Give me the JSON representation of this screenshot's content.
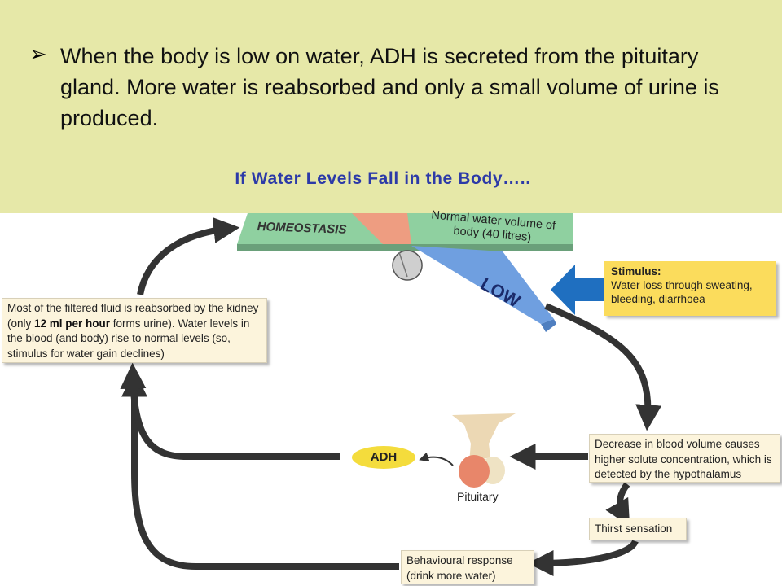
{
  "header": {
    "bullet": "➢",
    "text": "When the body is low on water, ADH is secreted from the pituitary gland. More water is reabsorbed and only a small volume of urine is produced.",
    "subtitle": "If Water Levels Fall in the Body….."
  },
  "diagram": {
    "homeostasis_label": "HOMEOSTASIS",
    "normal_label": "Normal water volume of body (40 litres)",
    "low_label": "LOW",
    "stimulus_title": "Stimulus:",
    "stimulus_text": "Water loss through sweating, bleeding, diarrhoea",
    "reabsorbed": {
      "part1": "Most of the filtered fluid is reabsorbed by the kidney (only ",
      "bold": "12 ml per hour",
      "part2": " forms urine). Water levels in the blood (and body) rise to normal levels (so, stimulus for water gain declines)"
    },
    "decrease_text": "Decrease in blood volume causes higher solute concentration, which is detected by the hypothalamus",
    "adh_label": "ADH",
    "pituitary_label": "Pituitary",
    "thirst_text": "Thirst sensation",
    "behaviour_text": "Behavioural response (drink more water)"
  },
  "colors": {
    "header_bg": "#e6e8a8",
    "subtitle": "#2c3aa8",
    "green_bar": "#8fd0a0",
    "blue_bar": "#6f9fe0",
    "salmon": "#f39a80",
    "stimulus_bg": "#fbdc5c",
    "box_bg": "#fcf4dc",
    "adh_oval": "#f4dc3c",
    "arrow": "#333333",
    "stimulus_arrow": "#1f6fc0"
  }
}
